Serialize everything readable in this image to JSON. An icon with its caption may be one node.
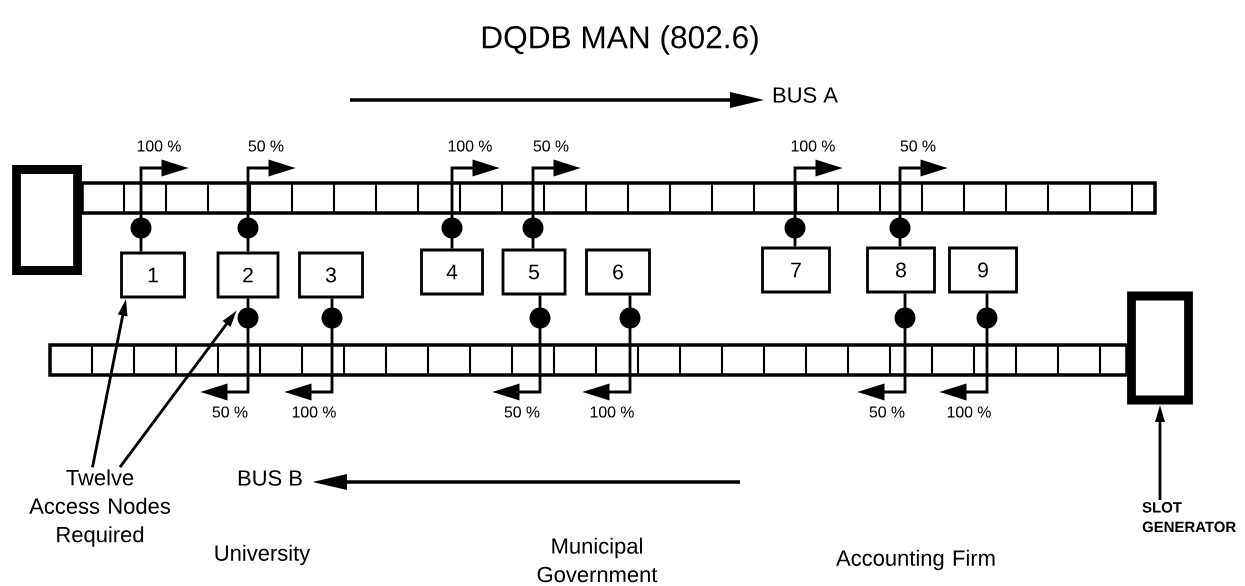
{
  "diagram": {
    "title": "DQDB MAN (802.6)",
    "nodes": [
      {
        "text": [],
        "shape": "box"
      },
      {
        "text": [],
        "shape": "box"
      },
      {
        "text": [
          "1"
        ]
      },
      {
        "text": [
          "2"
        ]
      },
      {
        "text": [
          "3"
        ]
      },
      {
        "text": [
          "4"
        ]
      },
      {
        "text": [
          "5"
        ]
      },
      {
        "text": [
          "6"
        ]
      },
      {
        "text": [
          "7"
        ]
      },
      {
        "text": [
          "8"
        ]
      },
      {
        "text": [
          "9"
        ]
      },
      {
        "text": [
          "Twelve Access Nodes Required"
        ]
      },
      {
        "text": [
          "SLOT GENERATOR"
        ]
      }
    ],
    "edges": [
      {
        "from": 2,
        "to": null,
        "arrow": "to",
        "label": "100 %"
      },
      {
        "from": 3,
        "to": null,
        "arrow": "to",
        "label": "50 %"
      },
      {
        "from": 5,
        "to": null,
        "arrow": "to",
        "label": "100 %"
      },
      {
        "from": 6,
        "to": null,
        "arrow": "to",
        "label": "50 %"
      },
      {
        "from": 8,
        "to": null,
        "arrow": "to",
        "label": "100 %"
      },
      {
        "from": 9,
        "to": null,
        "arrow": "to",
        "label": "50 %"
      },
      {
        "from": 3,
        "to": null,
        "arrow": "to",
        "label": "50 %"
      },
      {
        "from": 4,
        "to": null,
        "arrow": "to",
        "label": "100 %"
      },
      {
        "from": 6,
        "to": null,
        "arrow": "to",
        "label": "50 %"
      },
      {
        "from": 7,
        "to": null,
        "arrow": "to",
        "label": "100 %"
      },
      {
        "from": 9,
        "to": null,
        "arrow": "to",
        "label": "50 %"
      },
      {
        "from": 10,
        "to": null,
        "arrow": "to",
        "label": "100 %"
      },
      {
        "from": 11,
        "to": 2,
        "arrow": "to"
      },
      {
        "from": 11,
        "to": null,
        "arrow": "to"
      },
      {
        "from": 12,
        "to": 1,
        "arrow": "to"
      }
    ],
    "labels": [
      "BUS A",
      "BUS B",
      "University",
      "Municipal Government",
      "Accounting Firm"
    ]
  }
}
